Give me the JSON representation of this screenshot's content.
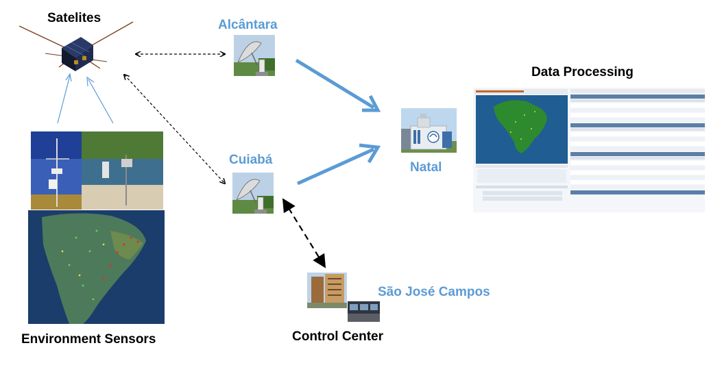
{
  "labels": {
    "satellites": "Satelites",
    "alcantara": "Alcântara",
    "cuiaba": "Cuiabá",
    "natal": "Natal",
    "data_processing": "Data Processing",
    "sao_jose_campos": "São José Campos",
    "control_center": "Control Center",
    "environment_sensors": "Environment Sensors"
  },
  "colors": {
    "station_label": "#5b9bd5",
    "arrow": "#5b9bd5",
    "dashed_link": "#000000"
  }
}
